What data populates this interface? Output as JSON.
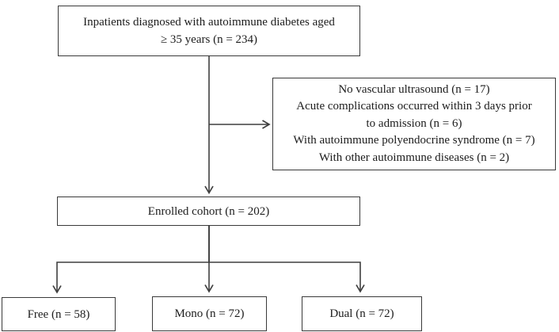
{
  "figure": {
    "type": "patient-flow-diagram",
    "colors": {
      "background": "#ffffff",
      "box_border": "#3a3a3a",
      "connector_line": "#3f3f3f",
      "text": "#1c1c1c"
    }
  },
  "nodes": {
    "inpatients": {
      "lines": [
        "Inpatients diagnosed with autoimmune diabetes aged",
        "≥ 35 years (n = 234)"
      ]
    },
    "exclusions": {
      "lines": [
        "No vascular ultrasound (n = 17)",
        "Acute complications occurred within 3 days prior",
        "to admission (n = 6)",
        "With autoimmune polyendocrine syndrome (n = 7)",
        "With other autoimmune diseases (n = 2)"
      ]
    },
    "enrolled": {
      "label": "Enrolled cohort (n = 202)"
    },
    "free": {
      "label": "Free (n = 58)"
    },
    "mono": {
      "label": "Mono (n = 72)"
    },
    "dual": {
      "label": "Dual (n = 72)"
    }
  }
}
